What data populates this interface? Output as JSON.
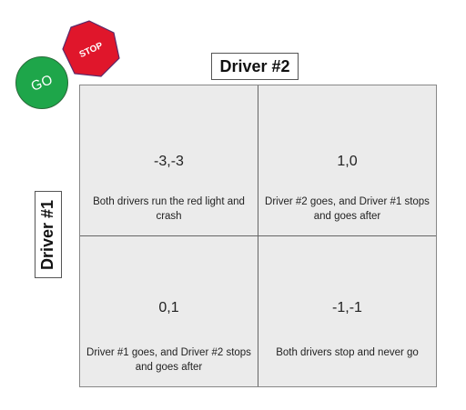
{
  "signs": {
    "go": "GO",
    "stop": "STOP"
  },
  "labels": {
    "driver2": "Driver #2",
    "driver1": "Driver #1"
  },
  "colors": {
    "go_green": "#1ea64a",
    "stop_red": "#e0162b",
    "cell_bg": "#ebebeb"
  },
  "matrix": {
    "cells": [
      {
        "payoff": "-3,-3",
        "description": "Both drivers run the red light and crash"
      },
      {
        "payoff": "1,0",
        "description": "Driver #2 goes, and Driver #1 stops and goes after"
      },
      {
        "payoff": "0,1",
        "description": "Driver #1 goes, and Driver #2 stops and goes after"
      },
      {
        "payoff": "-1,-1",
        "description": "Both drivers stop and never go"
      }
    ]
  }
}
